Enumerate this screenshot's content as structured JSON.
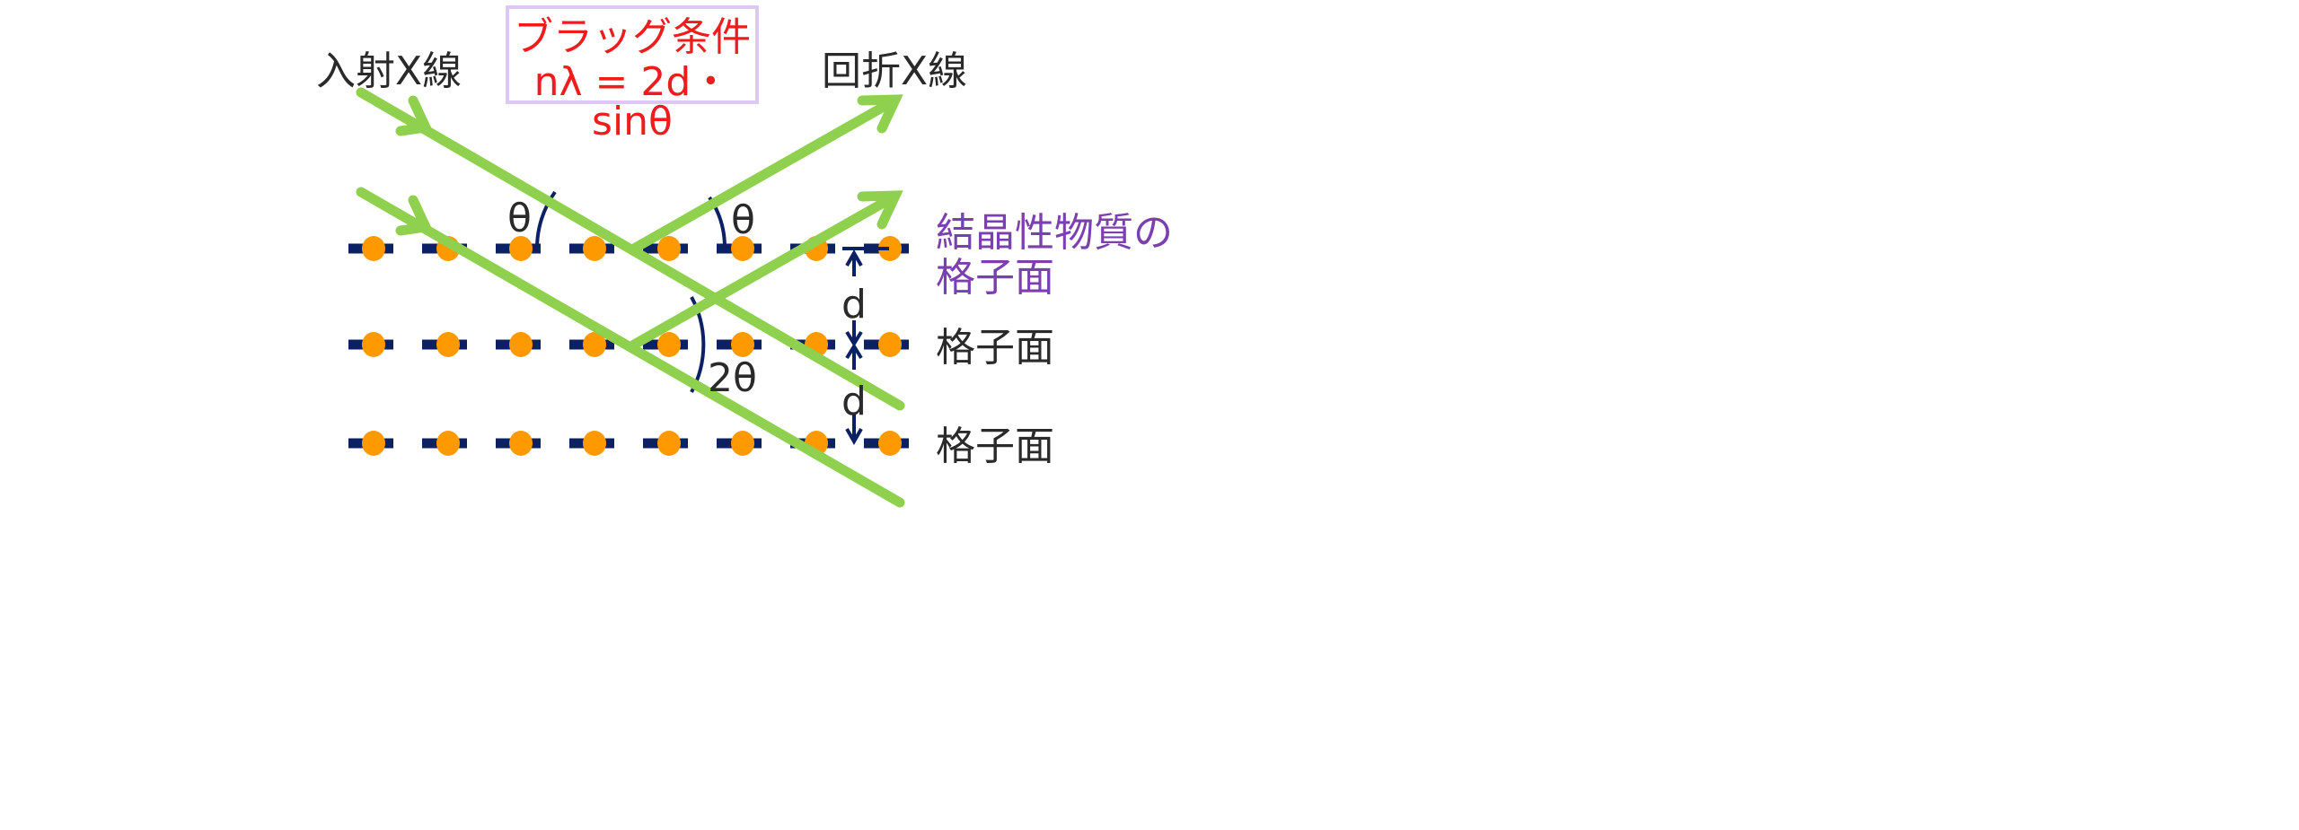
{
  "title_box": {
    "heading": "ブラッグ条件",
    "formula": "nλ = 2d・sinθ"
  },
  "labels": {
    "incident": "入射X線",
    "diffracted": "回折X線",
    "crystal_plane_line1": "結晶性物質の",
    "crystal_plane_line2": "格子面",
    "plane_2": "格子面",
    "plane_3": "格子面",
    "theta_left": "θ",
    "theta_right": "θ",
    "two_theta": "2θ",
    "d_upper": "d",
    "d_lower": "d"
  },
  "colors": {
    "ray": "#8fd14f",
    "atom": "#ff9900",
    "plane": "#0b2163",
    "formula": "#ee1c1c",
    "box_border": "#dcc8f2",
    "crystal_label": "#7b3fae"
  }
}
